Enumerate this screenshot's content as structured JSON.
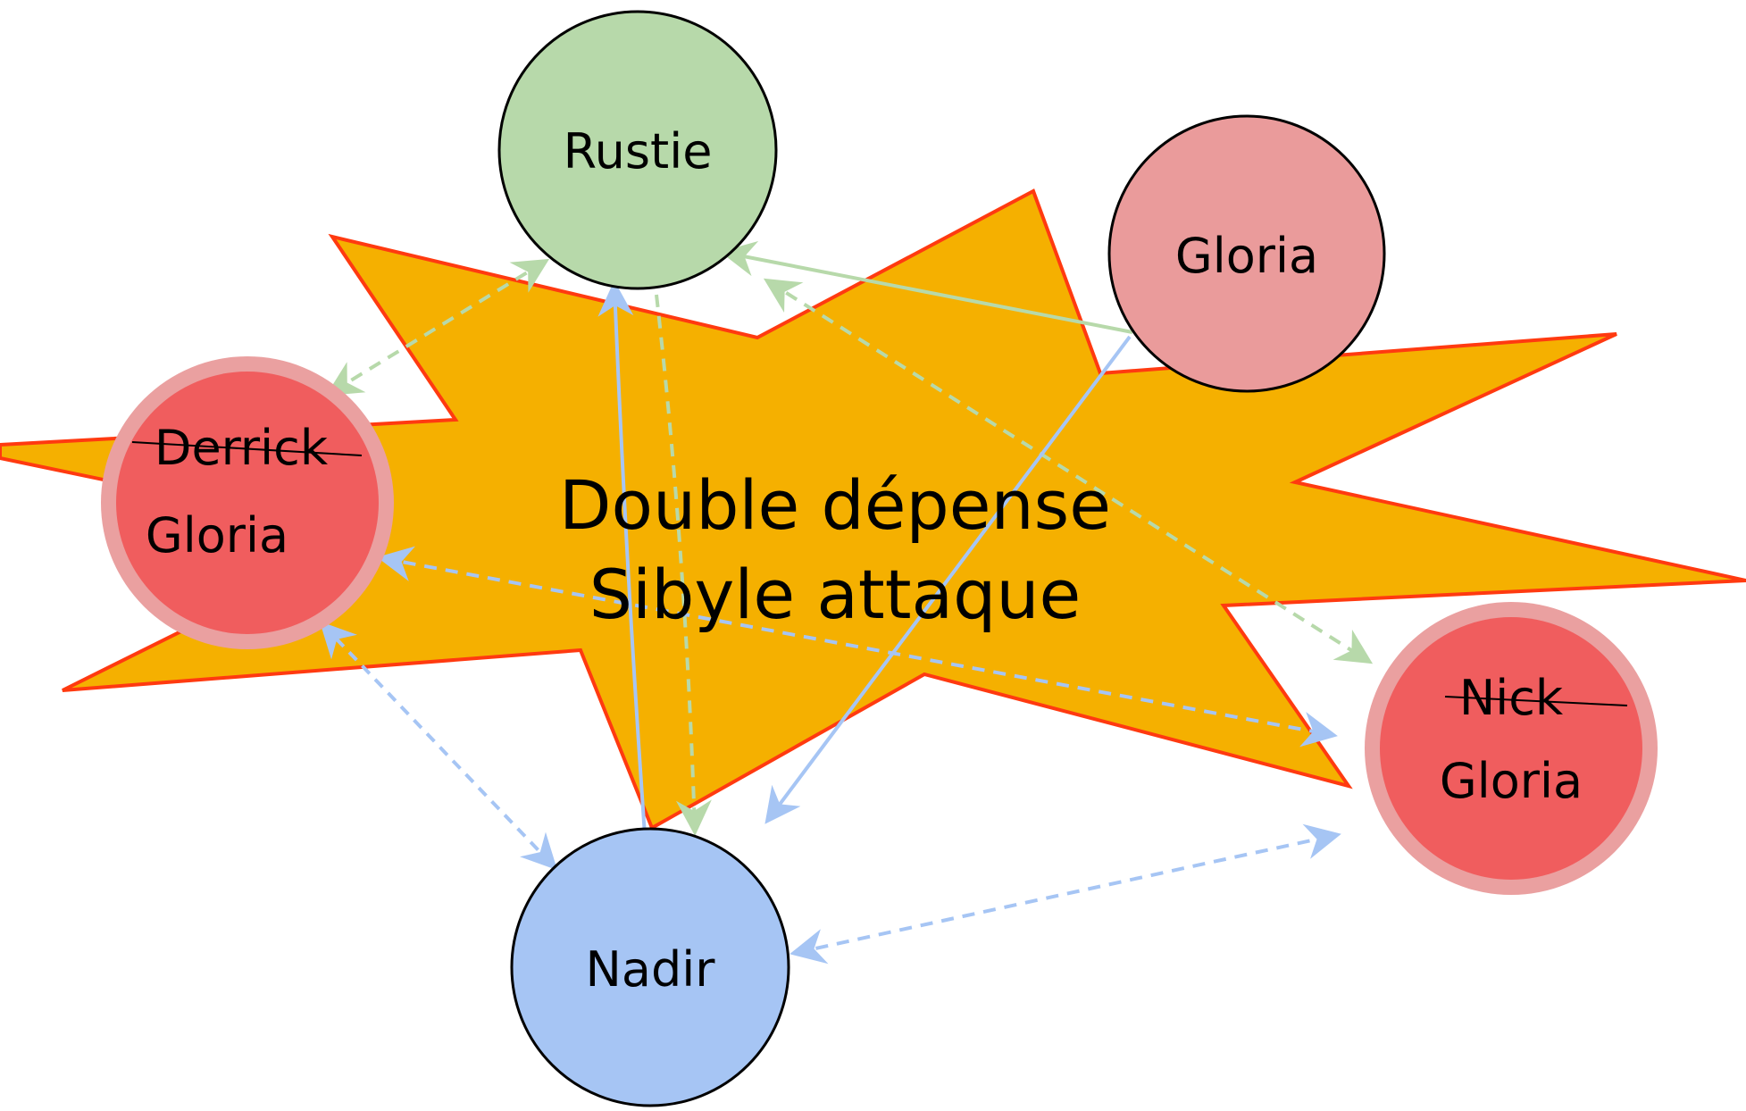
{
  "center": {
    "line1": "Double dépense",
    "line2": "Sibyle attaque",
    "fill": "#f5b000",
    "stroke": "#ff3a10"
  },
  "nodes": {
    "rustie": {
      "label": "Rustie",
      "fill": "#b7d9aa"
    },
    "gloria_top": {
      "label": "Gloria",
      "fill": "#ea9b9b"
    },
    "derrick": {
      "struck_label": "Derrick",
      "label": "Gloria",
      "fill": "#f05d5e",
      "ring": "#eaa0a0"
    },
    "nick": {
      "struck_label": "Nick",
      "label": "Gloria",
      "fill": "#f05d5e",
      "ring": "#eaa0a0"
    },
    "nadir": {
      "label": "Nadir",
      "fill": "#a6c5f4"
    }
  },
  "edge_colors": {
    "green": "#b7d9aa",
    "blue": "#a6c5f4"
  }
}
